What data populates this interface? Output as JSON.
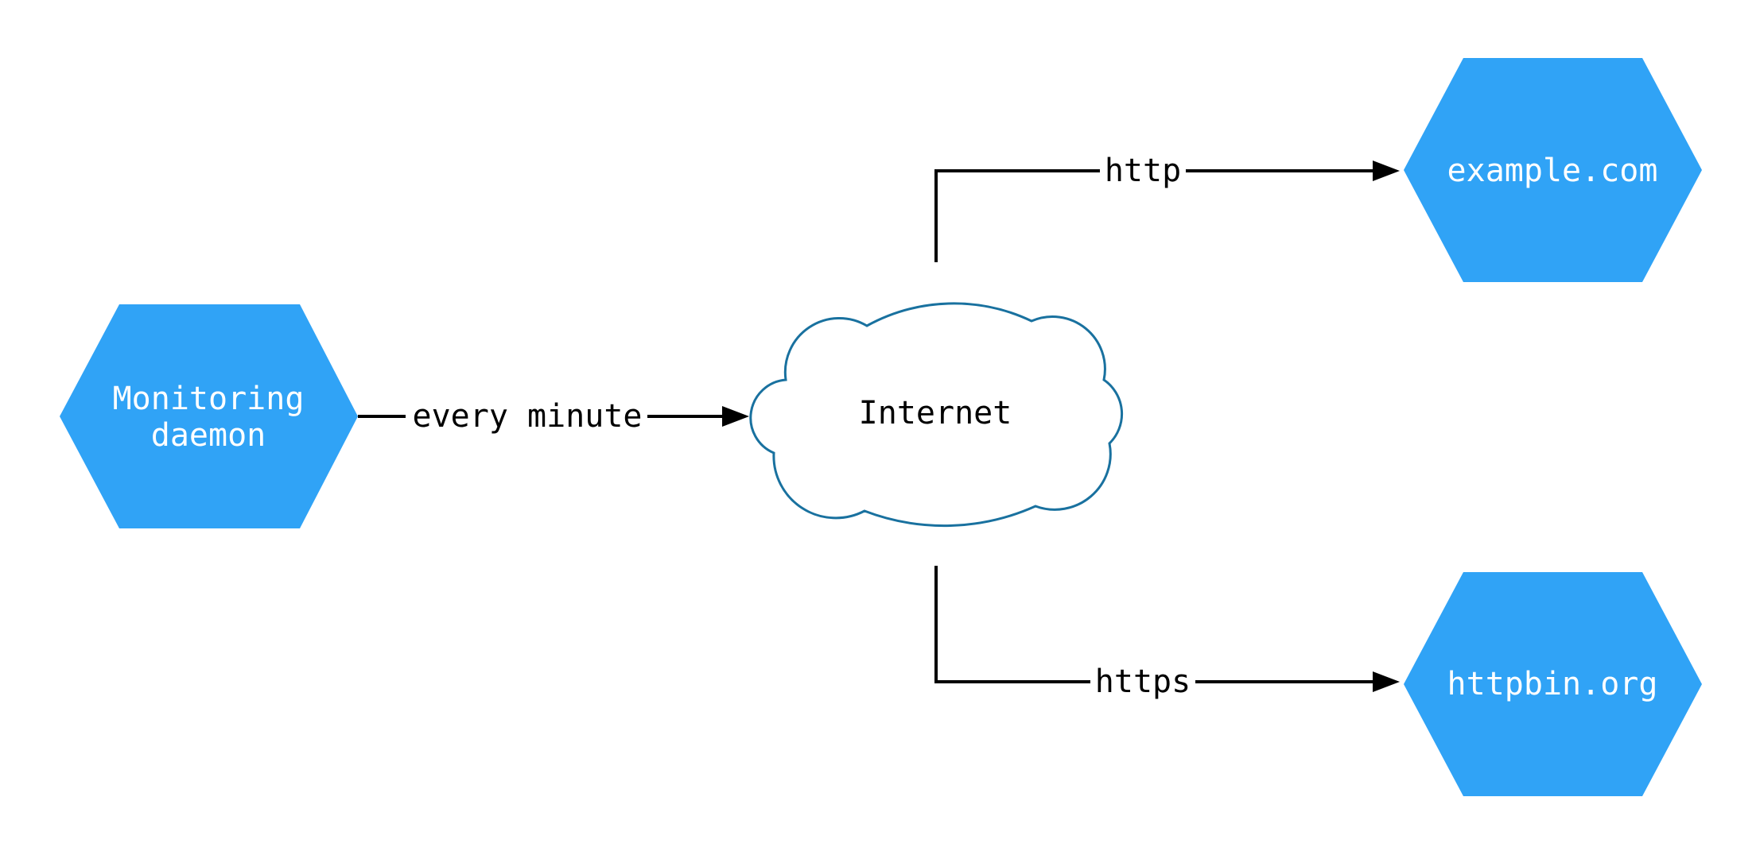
{
  "diagram": {
    "type": "network-monitoring-flow",
    "nodes": {
      "monitoring_daemon": {
        "label": "Monitoring daemon",
        "lines": [
          "Monitoring",
          "daemon"
        ],
        "shape": "hexagon"
      },
      "internet": {
        "label": "Internet",
        "shape": "cloud"
      },
      "example_com": {
        "label": "example.com",
        "shape": "hexagon"
      },
      "httpbin_org": {
        "label": "httpbin.org",
        "shape": "hexagon"
      }
    },
    "edges": {
      "every_minute": {
        "label": "every minute",
        "from": "Monitoring daemon",
        "to": "Internet"
      },
      "http": {
        "label": "http",
        "from": "Internet",
        "to": "example.com"
      },
      "https": {
        "label": "https",
        "from": "Internet",
        "to": "httpbin.org"
      }
    },
    "colors": {
      "node_fill": "#30a3f6",
      "node_text": "#ffffff",
      "edge": "#000000",
      "edge_text": "#000000",
      "cloud_stroke": "#19719f",
      "cloud_fill": "#ffffff",
      "background": "#ffffff"
    }
  }
}
